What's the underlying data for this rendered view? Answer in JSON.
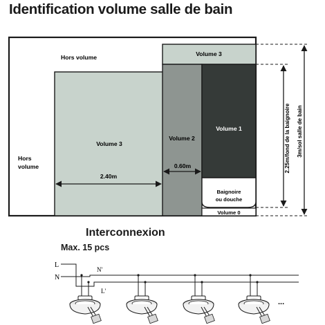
{
  "title": "Identification volume salle de bain",
  "bathroom": {
    "hors_volume_top": "Hors volume",
    "hors_volume_left_line1": "Hors",
    "hors_volume_left_line2": "volume",
    "volume3_main": "Volume 3",
    "volume3_top": "Volume 3",
    "volume2": "Volume 2",
    "volume1": "Volume 1",
    "volume0": "Volume 0",
    "bath_line1": "Baignoire",
    "bath_line2": "ou douche",
    "dim_240": "2.40m",
    "dim_060": "0.60m",
    "dim_225": "2.25m/fond de la baignoire",
    "dim_3m": "3m/sol salle de bain"
  },
  "interconnection": {
    "title": "Interconnexion",
    "max": "Max. 15 pcs",
    "wire_L": "L",
    "wire_N": "N",
    "wire_Nprime": "N'",
    "wire_Lprime": "L'",
    "ellipsis": "..."
  },
  "colors": {
    "volume3": "#c8d3cc",
    "volume2": "#8e9591",
    "volume1": "#353a38",
    "outline": "#1a1a1a"
  }
}
